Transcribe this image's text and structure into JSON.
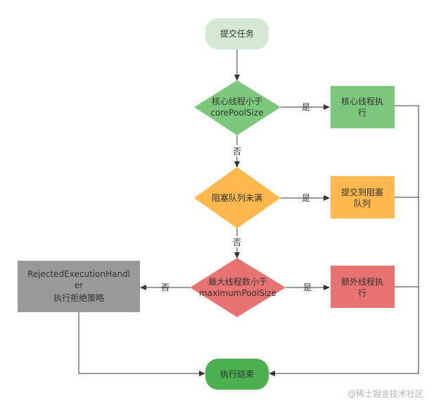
{
  "nodes": {
    "start": {
      "text": "提交任务",
      "fill": "#d5e8d4",
      "stroke": "#d5e8d4"
    },
    "d1": {
      "lines": [
        "核心线程小于",
        "corePoolSize"
      ],
      "fill": "#7dc87d",
      "stroke": "#7dc87d"
    },
    "r1": {
      "lines": [
        "核心线程执",
        "行"
      ],
      "fill": "#7dc87d",
      "stroke": "#7dc87d"
    },
    "d2": {
      "lines": [
        "阻塞队列未满"
      ],
      "fill": "#ffb84d",
      "stroke": "#ffb84d"
    },
    "r2": {
      "lines": [
        "提交到阻塞",
        "队列"
      ],
      "fill": "#ffb84d",
      "stroke": "#ffb84d"
    },
    "d3": {
      "lines": [
        "最大线程数小于",
        "maximumPoolSize"
      ],
      "fill": "#e87373",
      "stroke": "#e87373"
    },
    "r3": {
      "lines": [
        "额外线程执",
        "行"
      ],
      "fill": "#e87373",
      "stroke": "#e87373"
    },
    "reject": {
      "lines": [
        "RejectedExecutionHandl",
        "er",
        "执行拒绝策略"
      ],
      "fill": "#999999",
      "stroke": "#999999"
    },
    "end": {
      "text": "执行结束",
      "fill": "#4caf50",
      "stroke": "#4caf50"
    }
  },
  "edge_labels": {
    "d1_yes": "是",
    "d1_no": "否",
    "d2_yes": "是",
    "d2_no": "否",
    "d3_yes": "是",
    "d3_no": "否"
  },
  "watermark": "@稀土掘金技术社区",
  "colors": {
    "line": "#333333"
  }
}
